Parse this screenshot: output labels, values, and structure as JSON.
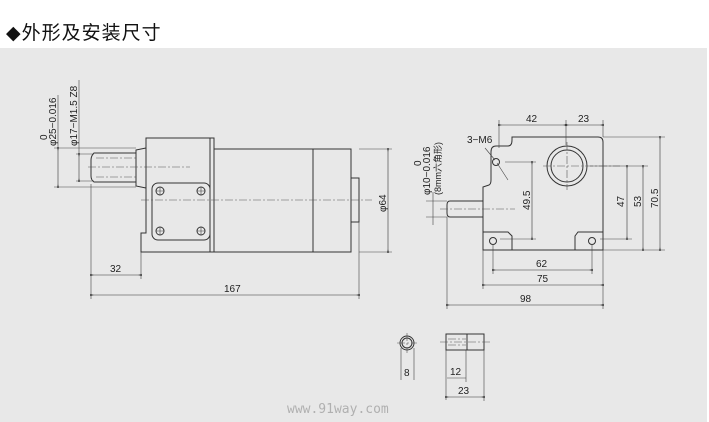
{
  "header": {
    "title": "◆外形及安装尺寸"
  },
  "side_view": {
    "shaft_tolerance_upper": "0",
    "shaft_diameter": "φ25−0.016",
    "spline": "φ17−M1.5  Z8",
    "body_diameter": "φ64",
    "shaft_length": "32",
    "total_length": "167"
  },
  "front_view": {
    "width_42": "42",
    "width_23": "23",
    "thread": "3−M6",
    "input_tolerance_upper": "0",
    "input_diameter": "φ10−0.016",
    "input_note": "(8mm六角形)",
    "height_49_5": "49.5",
    "height_47": "47",
    "height_53": "53",
    "height_70_5": "70.5",
    "hole_spacing": "62",
    "base_width": "75",
    "total_width": "98"
  },
  "key_detail": {
    "hex_size": "8",
    "key_length_12": "12",
    "key_length_23": "23"
  },
  "watermark": "www.91way.com"
}
